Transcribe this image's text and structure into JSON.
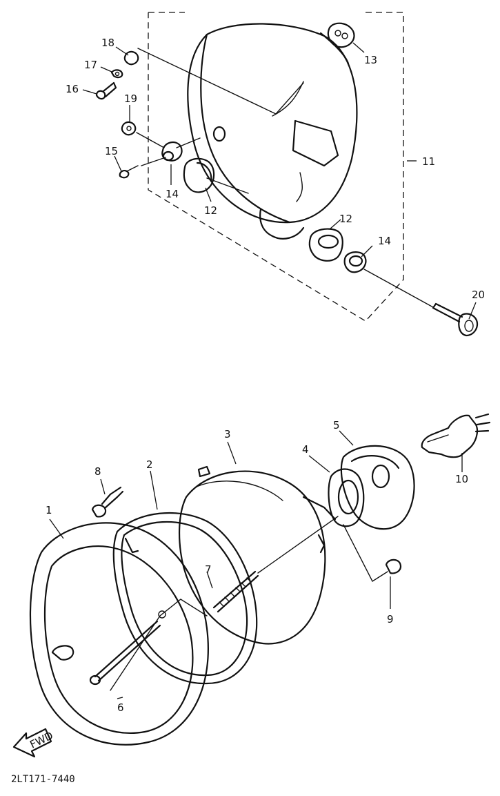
{
  "diagram": {
    "part_code": "2LT171-7440",
    "arrow_text": "FWD",
    "callouts": [
      {
        "id": "c1",
        "text": "1"
      },
      {
        "id": "c2",
        "text": "2"
      },
      {
        "id": "c3",
        "text": "3"
      },
      {
        "id": "c4",
        "text": "4"
      },
      {
        "id": "c5",
        "text": "5"
      },
      {
        "id": "c6",
        "text": "6"
      },
      {
        "id": "c7",
        "text": "7"
      },
      {
        "id": "c8",
        "text": "8"
      },
      {
        "id": "c9",
        "text": "9"
      },
      {
        "id": "c10",
        "text": "10"
      },
      {
        "id": "c11",
        "text": "11"
      },
      {
        "id": "c12a",
        "text": "12"
      },
      {
        "id": "c12b",
        "text": "12"
      },
      {
        "id": "c13",
        "text": "13"
      },
      {
        "id": "c14a",
        "text": "14"
      },
      {
        "id": "c14b",
        "text": "14"
      },
      {
        "id": "c15",
        "text": "15"
      },
      {
        "id": "c16",
        "text": "16"
      },
      {
        "id": "c17",
        "text": "17"
      },
      {
        "id": "c18",
        "text": "18"
      },
      {
        "id": "c19",
        "text": "19"
      },
      {
        "id": "c20",
        "text": "20"
      }
    ]
  }
}
